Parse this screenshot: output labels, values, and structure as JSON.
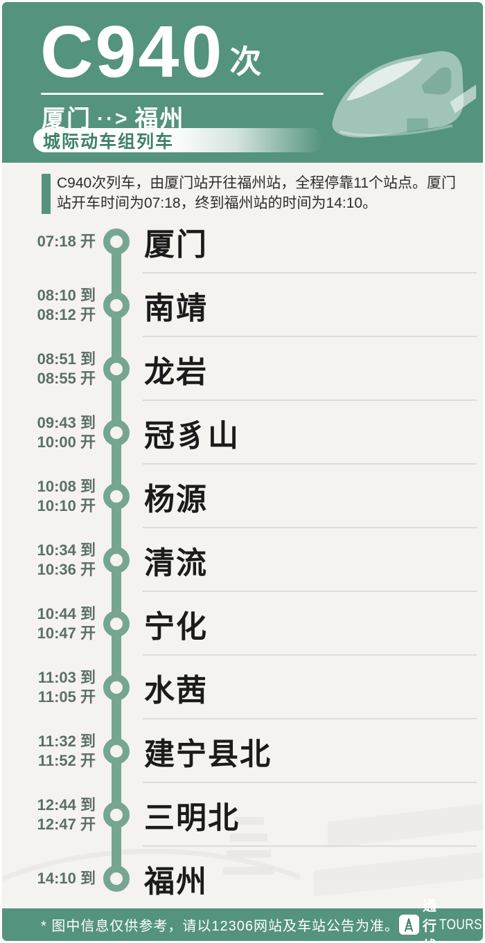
{
  "header": {
    "train_no": "C940",
    "train_no_suffix": "次",
    "origin": "厦门",
    "arrow": "··>",
    "destination": "福州",
    "badge": "城际动车组列车"
  },
  "summary": {
    "text": "C940次列车，由厦门站开往福州站，全程停靠11个站点。厦门站开车时间为07:18，终到福州站的时间为14:10。"
  },
  "stations": [
    {
      "name": "厦门",
      "times": [
        "07:18 开"
      ]
    },
    {
      "name": "南靖",
      "times": [
        "08:10 到",
        "08:12 开"
      ]
    },
    {
      "name": "龙岩",
      "times": [
        "08:51 到",
        "08:55 开"
      ]
    },
    {
      "name": "冠豸山",
      "times": [
        "09:43 到",
        "10:00 开"
      ]
    },
    {
      "name": "杨源",
      "times": [
        "10:08 到",
        "10:10 开"
      ]
    },
    {
      "name": "清流",
      "times": [
        "10:34 到",
        "10:36 开"
      ]
    },
    {
      "name": "宁化",
      "times": [
        "10:44 到",
        "10:47 开"
      ]
    },
    {
      "name": "水茜",
      "times": [
        "11:03 到",
        "11:05 开"
      ]
    },
    {
      "name": "建宁县北",
      "times": [
        "11:32 到",
        "11:52 开"
      ]
    },
    {
      "name": "三明北",
      "times": [
        "12:44 到",
        "12:47 开"
      ]
    },
    {
      "name": "福州",
      "times": [
        "14:10 到"
      ]
    }
  ],
  "footer": {
    "disclaimer": "* 图中信息仅供参考，请以12306网站及车站公告为准。",
    "brand_cn": "通行线",
    "brand_en": "TOURSLINE"
  },
  "colors": {
    "brand_green": "#54937e",
    "timeline_green": "#76a690",
    "badge_text_green": "#3e8166",
    "time_text": "#5c6f66",
    "station_text": "#1b1b1b",
    "body_bg": "#f4f3f0",
    "separator": "#dcdbd7"
  }
}
